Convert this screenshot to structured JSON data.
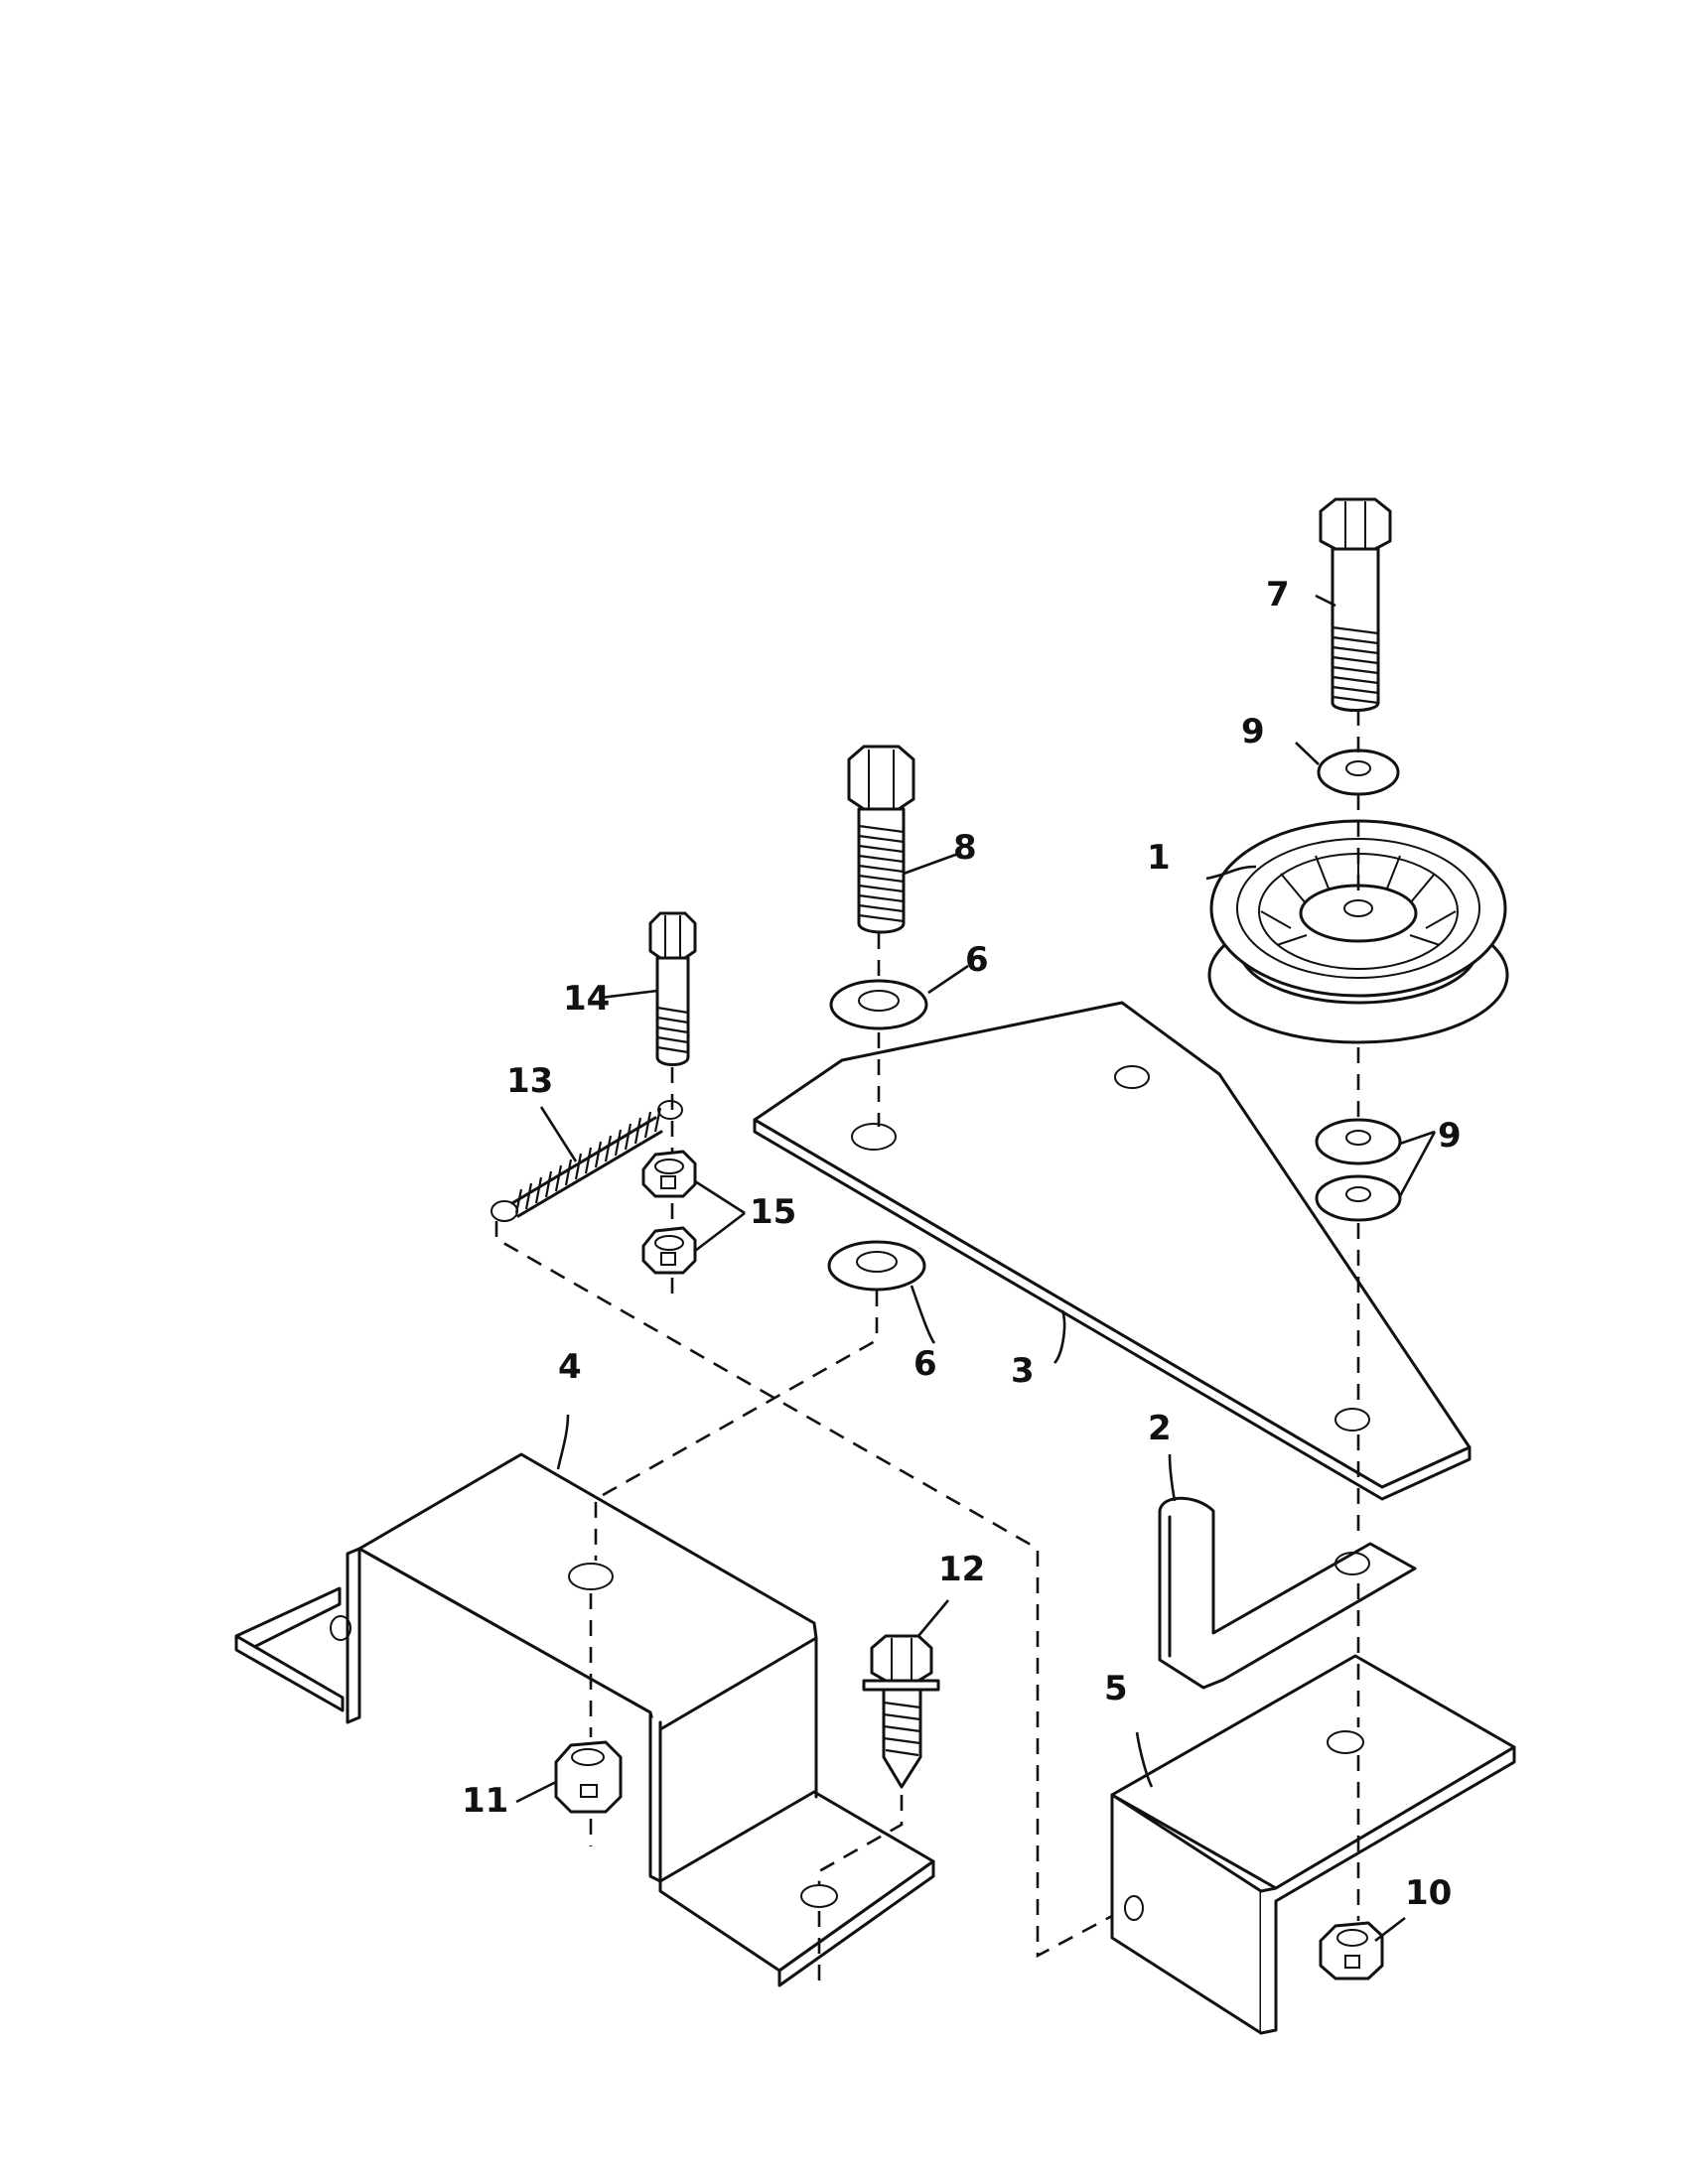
{
  "diagram": {
    "callouts": {
      "c1": "1",
      "c2": "2",
      "c3": "3",
      "c4": "4",
      "c5": "5",
      "c6a": "6",
      "c6b": "6",
      "c7": "7",
      "c8": "8",
      "c9a": "9",
      "c9b": "9",
      "c10": "10",
      "c11": "11",
      "c12": "12",
      "c13": "13",
      "c14": "14",
      "c15": "15"
    },
    "colors": {
      "ink": "#111111",
      "paper": "#ffffff"
    }
  }
}
